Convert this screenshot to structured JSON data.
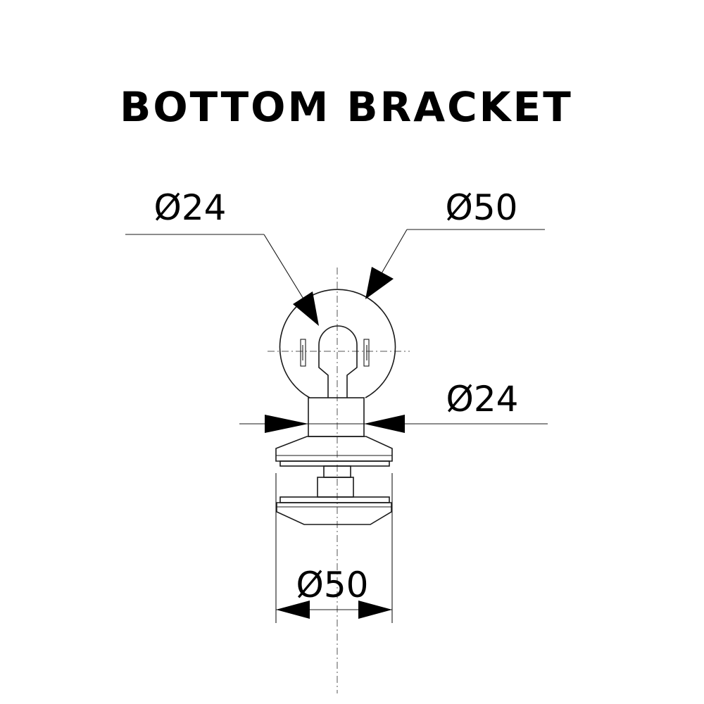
{
  "title": "BOTTOM BRACKET",
  "dimensions": {
    "top_left": "Ø24",
    "top_right": "Ø50",
    "middle_right": "Ø24",
    "bottom": "Ø50"
  },
  "colors": {
    "line": "#1a1a1a",
    "text": "#000000",
    "background": "#ffffff"
  }
}
